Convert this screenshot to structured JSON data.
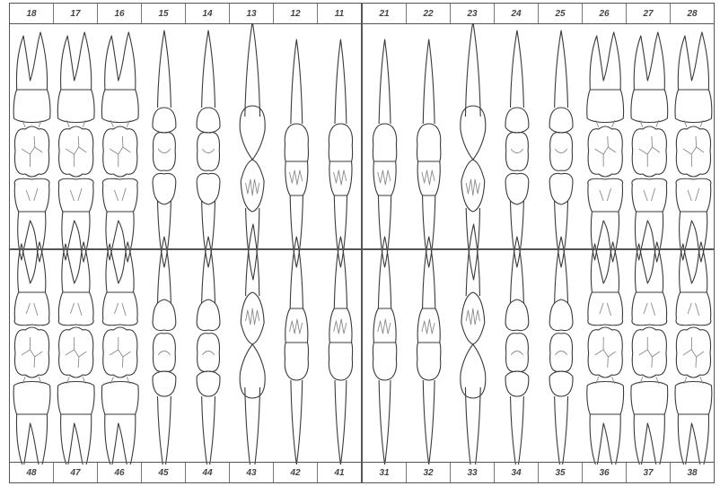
{
  "upper_numbers": [
    "18",
    "17",
    "16",
    "15",
    "14",
    "13",
    "12",
    "11",
    "21",
    "22",
    "23",
    "24",
    "25",
    "26",
    "27",
    "28"
  ],
  "lower_numbers": [
    "48",
    "47",
    "46",
    "45",
    "44",
    "43",
    "42",
    "41",
    "31",
    "32",
    "33",
    "34",
    "35",
    "36",
    "37",
    "38"
  ],
  "upper_teeth": [
    {
      "id": "18",
      "type": "molar"
    },
    {
      "id": "17",
      "type": "molar"
    },
    {
      "id": "16",
      "type": "molar"
    },
    {
      "id": "15",
      "type": "premolar"
    },
    {
      "id": "14",
      "type": "premolar"
    },
    {
      "id": "13",
      "type": "canine"
    },
    {
      "id": "12",
      "type": "incisor"
    },
    {
      "id": "11",
      "type": "incisor"
    },
    {
      "id": "21",
      "type": "incisor"
    },
    {
      "id": "22",
      "type": "incisor"
    },
    {
      "id": "23",
      "type": "canine"
    },
    {
      "id": "24",
      "type": "premolar"
    },
    {
      "id": "25",
      "type": "premolar"
    },
    {
      "id": "26",
      "type": "molar"
    },
    {
      "id": "27",
      "type": "molar"
    },
    {
      "id": "28",
      "type": "molar"
    }
  ],
  "lower_teeth": [
    {
      "id": "48",
      "type": "molar"
    },
    {
      "id": "47",
      "type": "molar"
    },
    {
      "id": "46",
      "type": "molar"
    },
    {
      "id": "45",
      "type": "premolar"
    },
    {
      "id": "44",
      "type": "premolar"
    },
    {
      "id": "43",
      "type": "canine"
    },
    {
      "id": "42",
      "type": "incisor"
    },
    {
      "id": "41",
      "type": "incisor"
    },
    {
      "id": "31",
      "type": "incisor"
    },
    {
      "id": "32",
      "type": "incisor"
    },
    {
      "id": "33",
      "type": "canine"
    },
    {
      "id": "34",
      "type": "premolar"
    },
    {
      "id": "35",
      "type": "premolar"
    },
    {
      "id": "36",
      "type": "molar"
    },
    {
      "id": "37",
      "type": "molar"
    },
    {
      "id": "38",
      "type": "molar"
    }
  ],
  "colors": {
    "line": "#3a3a3a",
    "fissure": "#8a8a8a",
    "border": "#555555"
  }
}
